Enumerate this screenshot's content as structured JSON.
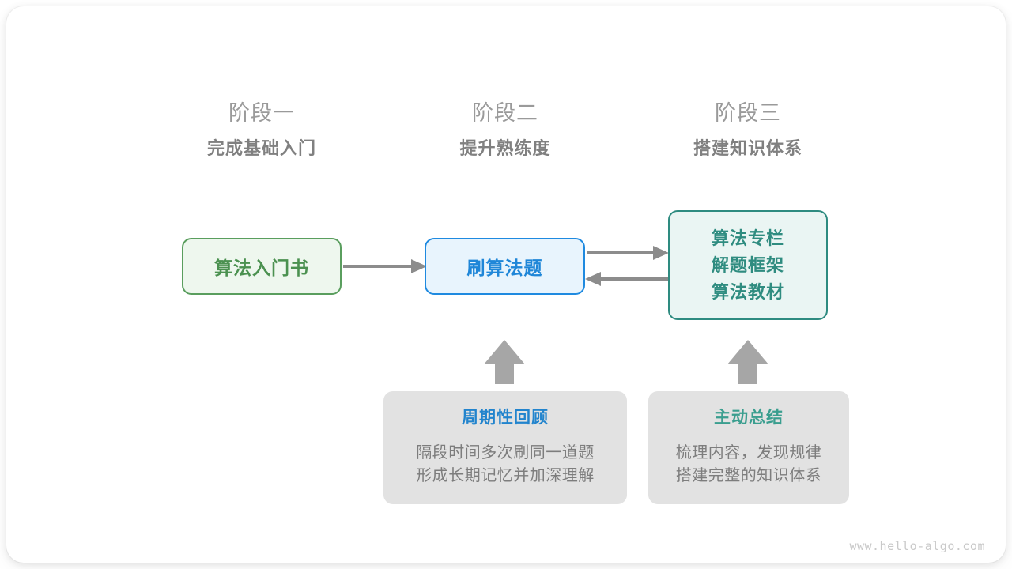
{
  "diagram": {
    "title_watermark": "www.hello-algo.com",
    "stages": [
      {
        "label": "阶段一",
        "subtitle": "完成基础入门"
      },
      {
        "label": "阶段二",
        "subtitle": "提升熟练度"
      },
      {
        "label": "阶段三",
        "subtitle": "搭建知识体系"
      }
    ],
    "nodes": [
      {
        "id": "book",
        "lines": [
          "算法入门书"
        ],
        "fill": "#eef7ee",
        "border": "#5a9e5e",
        "text_color": "#4b9150"
      },
      {
        "id": "practice",
        "lines": [
          "刷算法题"
        ],
        "fill": "#e8f4fd",
        "border": "#1f8ae0",
        "text_color": "#1f86d8"
      },
      {
        "id": "resources",
        "lines": [
          "算法专栏",
          "解题框架",
          "算法教材"
        ],
        "fill": "#eaf5f3",
        "border": "#2e8b80",
        "text_color": "#2f8c80"
      }
    ],
    "notes": [
      {
        "id": "review",
        "title": "周期性回顾",
        "title_color": "#2284cd",
        "body_lines": [
          "隔段时间多次刷同一道题",
          "形成长期记忆并加深理解"
        ]
      },
      {
        "id": "summary",
        "title": "主动总结",
        "title_color": "#3a9e8f",
        "body_lines": [
          "梳理内容，发现规律",
          "搭建完整的知识体系"
        ]
      }
    ],
    "connectors": {
      "arrow_color": "#8c8c8c",
      "edges": [
        {
          "from": "book",
          "to": "practice",
          "direction": "right"
        },
        {
          "from": "practice",
          "to": "resources",
          "direction": "right"
        },
        {
          "from": "resources",
          "to": "practice",
          "direction": "left"
        },
        {
          "from": "review",
          "to": "practice",
          "direction": "up"
        },
        {
          "from": "summary",
          "to": "resources",
          "direction": "up"
        }
      ]
    }
  }
}
